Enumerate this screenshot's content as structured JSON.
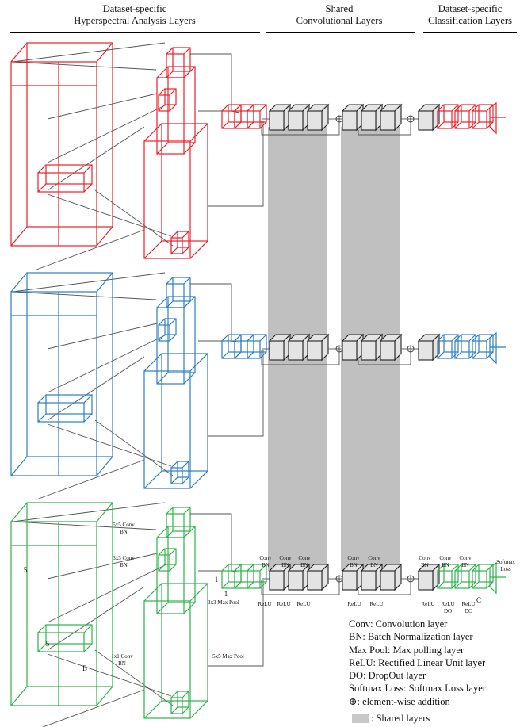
{
  "headers": {
    "left": [
      "Dataset-specific",
      "Hyperspectral Analysis Layers"
    ],
    "middle": [
      "Shared",
      "Convolutional Layers"
    ],
    "right": [
      "Dataset-specific",
      "Classification Layers"
    ]
  },
  "colors": {
    "branch_1": "#e8202a",
    "branch_2": "#2a7fc0",
    "branch_3": "#2db34a",
    "shared_block": "#e4e4e4",
    "shared_band": "#c0c0c0",
    "connector": "#555555"
  },
  "labels": {
    "conv5": [
      "5x5 Conv",
      "BN"
    ],
    "conv3": [
      "3x3 Conv",
      "BN"
    ],
    "conv1": [
      "1x1 Conv",
      "BN"
    ],
    "maxpool3": "3x3 Max Pool",
    "maxpool5": "5x5 Max Pool",
    "dim5a": "5",
    "dim5b": "5",
    "dimB": "B",
    "dim1a": "1",
    "dim1b": "1",
    "dimC": "C",
    "conv_bn": [
      "Conv",
      "BN"
    ],
    "relu": "ReLU",
    "relu_do": [
      "ReLU",
      "DO"
    ],
    "softmax": [
      "Softmax",
      "Loss"
    ]
  },
  "legend": [
    "Conv: Convolution layer",
    "BN: Batch Normalization layer",
    "Max Pool: Max polling layer",
    "ReLU: Rectified Linear Unit layer",
    "DO: DropOut layer",
    "Softmax Loss: Softmax Loss layer",
    "⊕: element-wise addition"
  ],
  "shared_legend": ": Shared layers"
}
